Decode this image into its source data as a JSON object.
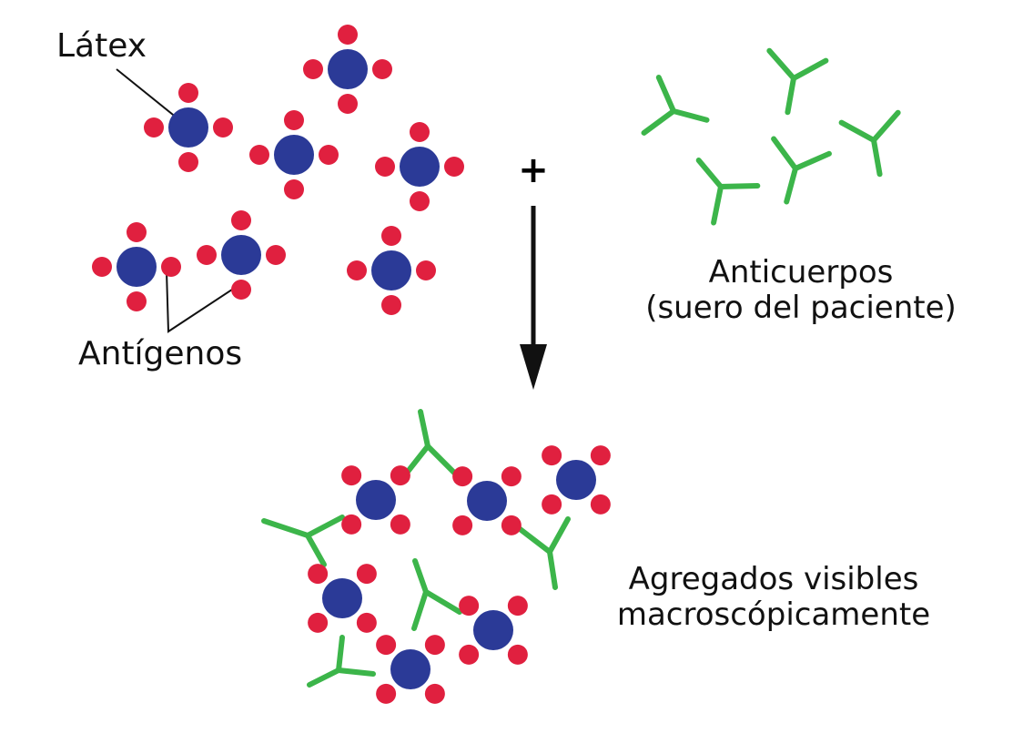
{
  "labels": {
    "latex": "Látex",
    "antigenos": "Antígenos",
    "anticuerpos_line1": "Anticuerpos",
    "anticuerpos_line2": "(suero del paciente)",
    "agregados_line1": "Agregados visibles",
    "agregados_line2": "macroscópicamente",
    "plus": "+"
  },
  "colors": {
    "latex_bead": "#2b3a97",
    "antigen": "#e0203f",
    "antibody": "#3cb54a",
    "ink": "#111111"
  }
}
